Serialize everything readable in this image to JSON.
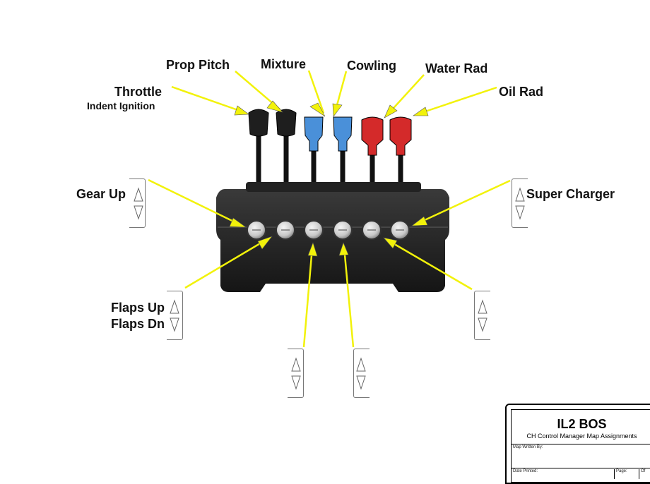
{
  "labels": {
    "throttle": "Throttle",
    "throttle_sub": "Indent Ignition",
    "prop_pitch": "Prop Pitch",
    "mixture": "Mixture",
    "cowling": "Cowling",
    "water_rad": "Water Rad",
    "oil_rad": "Oil Rad",
    "gear_up": "Gear Up",
    "super_charger": "Super Charger",
    "flaps_up": "Flaps Up",
    "flaps_dn": "Flaps Dn"
  },
  "lever_colors": [
    "#1e1e1e",
    "#1e1e1e",
    "#4a90d9",
    "#4a90d9",
    "#d42a2a",
    "#d42a2a"
  ],
  "arrow_color": "#f2f20a",
  "title_block": {
    "title": "IL2 BOS",
    "subtitle": "CH Control Manager Map Assignments",
    "map_written_by": "Map Written By:",
    "date_printed": "Date Printed:",
    "page": "Page:",
    "of": "Of"
  }
}
